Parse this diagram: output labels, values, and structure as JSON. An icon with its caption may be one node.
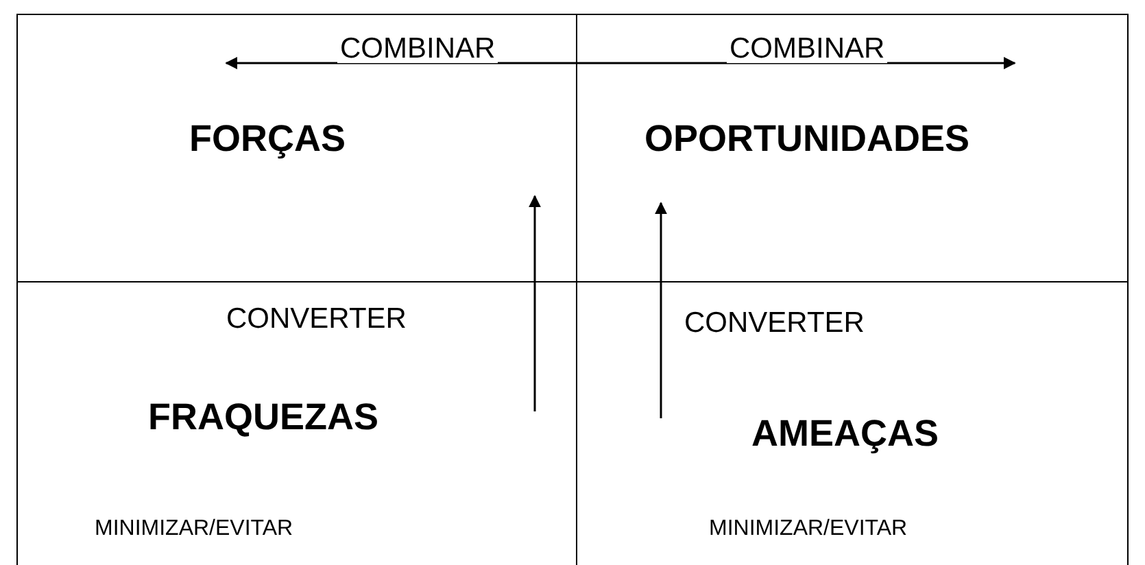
{
  "diagram": {
    "nodes": [
      {
        "text": [
          "FORÇAS"
        ]
      },
      {
        "text": [
          "OPORTUNIDADES"
        ]
      },
      {
        "text": [
          "FRAQUEZAS",
          "MINIMIZAR/EVITAR"
        ]
      },
      {
        "text": [
          "AMEAÇAS",
          "MINIMIZAR/EVITAR"
        ]
      }
    ],
    "edges": [
      {
        "from": 1,
        "to": 0,
        "arrow": "to",
        "label": "COMBINAR"
      },
      {
        "from": 0,
        "to": 1,
        "arrow": "to",
        "label": "COMBINAR"
      },
      {
        "from": 2,
        "to": 0,
        "arrow": "to",
        "label": "CONVERTER"
      },
      {
        "from": 3,
        "to": 1,
        "arrow": "to",
        "label": "CONVERTER"
      }
    ]
  }
}
